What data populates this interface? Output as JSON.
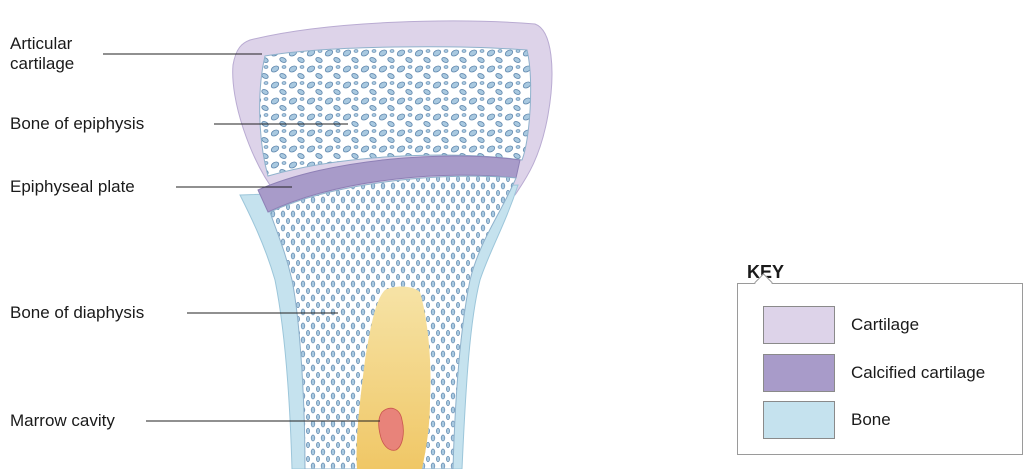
{
  "labels": {
    "articular_line1": "Articular",
    "articular_line2": "cartilage",
    "bone_epiphysis": "Bone of epiphysis",
    "epiphyseal_plate": "Epiphyseal plate",
    "bone_diaphysis": "Bone of diaphysis",
    "marrow_cavity": "Marrow cavity"
  },
  "key": {
    "title": "KEY",
    "items": [
      {
        "label": "Cartilage",
        "color": "#ddd3e9"
      },
      {
        "label": "Calcified cartilage",
        "color": "#a89bc9"
      },
      {
        "label": "Bone",
        "color": "#c5e2ee"
      }
    ]
  },
  "colors": {
    "cartilage": "#ddd3e9",
    "calcified": "#a89bc9",
    "bone": "#c5e2ee",
    "trabecula": "#a9c9e0",
    "marrow": "#f2d68a",
    "vessel": "#e8837a"
  }
}
